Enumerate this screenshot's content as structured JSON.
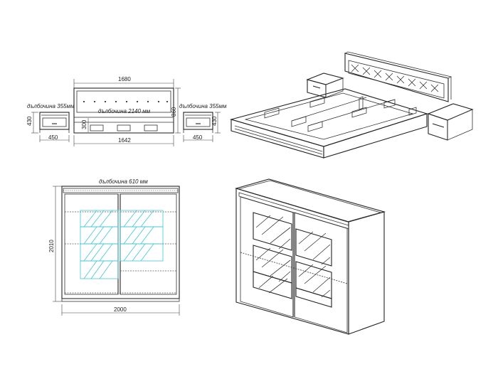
{
  "bed_front": {
    "width_label": "1680",
    "depth_label": "дълбочина 2140 мм",
    "height_label": "860",
    "inner_height_label": "300",
    "inner_width_label": "1642"
  },
  "nightstand_left": {
    "depth_label": "дълбочина 355мм",
    "height_label": "430",
    "width_label": "450"
  },
  "nightstand_right": {
    "depth_label": "дълбочина 355мм",
    "height_label": "430",
    "width_label": "450"
  },
  "wardrobe_front": {
    "depth_label": "дълбочина 610 мм",
    "height_label": "2010",
    "width_label": "2000"
  },
  "colors": {
    "line": "#333333",
    "glass": "#3fc6d6"
  }
}
